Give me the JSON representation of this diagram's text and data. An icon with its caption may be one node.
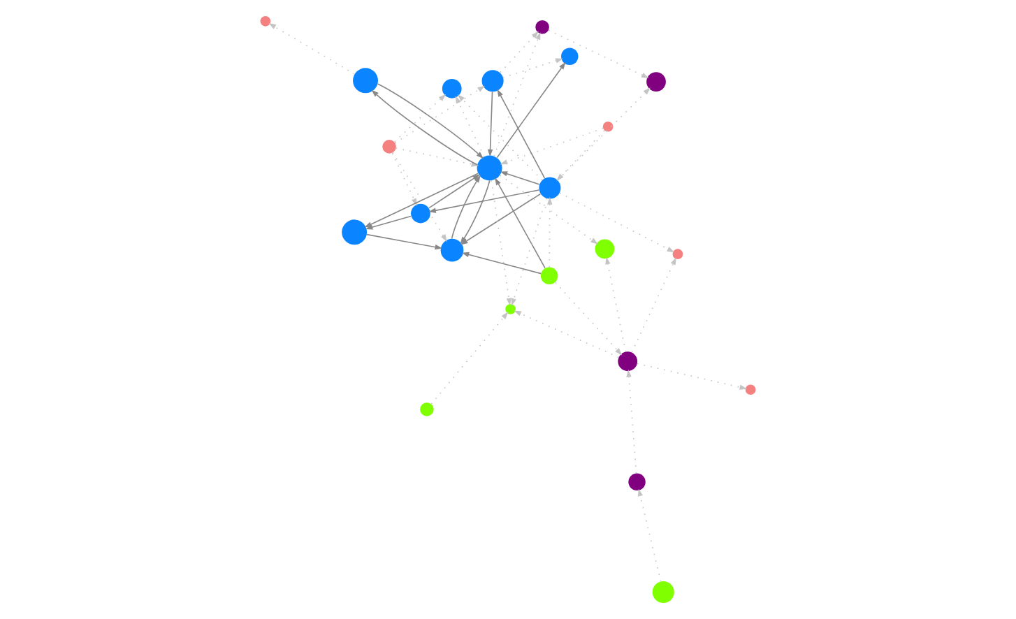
{
  "diagram": {
    "nodes": [
      {
        "text": [],
        "shape": "circle"
      },
      {
        "text": [],
        "shape": "circle"
      },
      {
        "text": [],
        "shape": "circle"
      },
      {
        "text": [],
        "shape": "circle"
      },
      {
        "text": [],
        "shape": "circle"
      },
      {
        "text": [],
        "shape": "circle"
      },
      {
        "text": [],
        "shape": "circle"
      },
      {
        "text": [],
        "shape": "circle"
      },
      {
        "text": [],
        "shape": "circle"
      },
      {
        "text": [],
        "shape": "circle"
      },
      {
        "text": [],
        "shape": "circle"
      },
      {
        "text": [],
        "shape": "circle"
      },
      {
        "text": [],
        "shape": "circle"
      },
      {
        "text": [],
        "shape": "circle"
      },
      {
        "text": [],
        "shape": "circle"
      },
      {
        "text": [],
        "shape": "circle"
      },
      {
        "text": [],
        "shape": "circle"
      },
      {
        "text": [],
        "shape": "circle"
      },
      {
        "text": [],
        "shape": "circle"
      },
      {
        "text": [],
        "shape": "circle"
      },
      {
        "text": [],
        "shape": "circle"
      },
      {
        "text": [],
        "shape": "circle"
      },
      {
        "text": [],
        "shape": "circle"
      }
    ],
    "edges": [
      {
        "from": 5,
        "to": 7,
        "arrow": "to",
        "color": "#888888"
      },
      {
        "from": 5,
        "to": 8,
        "arrow": "to",
        "color": "#888888"
      },
      {
        "from": 6,
        "to": 7,
        "arrow": "to",
        "color": "#888888"
      },
      {
        "from": 6,
        "to": 8,
        "arrow": "to",
        "color": "#888888"
      },
      {
        "from": 7,
        "to": 8,
        "arrow": "to",
        "color": "#888888"
      },
      {
        "from": 8,
        "to": 7,
        "arrow": "to",
        "color": "#888888"
      },
      {
        "from": 6,
        "to": 14,
        "arrow": "to",
        "color": "#888888"
      },
      {
        "from": 14,
        "to": 8,
        "arrow": "to",
        "color": "#888888"
      },
      {
        "from": 14,
        "to": 20,
        "arrow": "to",
        "color": "#888888"
      },
      {
        "from": 20,
        "to": 7,
        "arrow": "to",
        "color": "#888888"
      },
      {
        "from": 8,
        "to": 15,
        "arrow": "to",
        "color": "#888888"
      },
      {
        "from": 15,
        "to": 8,
        "arrow": "to",
        "color": "#888888"
      },
      {
        "from": 6,
        "to": 16,
        "arrow": "to",
        "color": "#888888"
      },
      {
        "from": 8,
        "to": 20,
        "arrow": "to",
        "color": "#888888"
      },
      {
        "from": 16,
        "to": 8,
        "arrow": "to",
        "color": "#888888"
      },
      {
        "from": 8,
        "to": 22,
        "arrow": "to",
        "color": "#888888"
      },
      {
        "from": 0,
        "to": 8,
        "arrow": "to",
        "style": "dashed"
      },
      {
        "from": 0,
        "to": 6,
        "arrow": "to",
        "style": "dashed"
      },
      {
        "from": 1,
        "to": 7,
        "arrow": "to",
        "style": "dashed"
      },
      {
        "from": 1,
        "to": 8,
        "arrow": "to",
        "style": "dashed"
      },
      {
        "from": 1,
        "to": 14,
        "arrow": "to",
        "style": "dashed"
      },
      {
        "from": 1,
        "to": 16,
        "arrow": "to",
        "style": "dashed"
      },
      {
        "from": 1,
        "to": 17,
        "arrow": "to",
        "style": "dashed"
      },
      {
        "from": 5,
        "to": 6,
        "arrow": "to",
        "style": "dashed"
      },
      {
        "from": 5,
        "to": 9,
        "arrow": "to",
        "style": "dashed"
      },
      {
        "from": 6,
        "to": 3,
        "arrow": "to",
        "style": "dashed"
      },
      {
        "from": 6,
        "to": 4,
        "arrow": "to",
        "style": "dashed"
      },
      {
        "from": 9,
        "to": 3,
        "arrow": "to",
        "style": "dashed"
      },
      {
        "from": 8,
        "to": 3,
        "arrow": "to",
        "style": "dashed"
      },
      {
        "from": 9,
        "to": 10,
        "arrow": "to",
        "style": "dashed"
      },
      {
        "from": 6,
        "to": 10,
        "arrow": "to",
        "style": "dashed"
      },
      {
        "from": 9,
        "to": 11,
        "arrow": "to",
        "style": "dashed"
      },
      {
        "from": 8,
        "to": 11,
        "arrow": "to",
        "style": "dashed"
      },
      {
        "from": 9,
        "to": 13,
        "arrow": "to",
        "style": "dashed"
      },
      {
        "from": 8,
        "to": 18,
        "arrow": "to",
        "style": "dashed"
      },
      {
        "from": 12,
        "to": 9,
        "arrow": "to",
        "style": "dashed"
      },
      {
        "from": 2,
        "to": 3,
        "arrow": "to",
        "style": "dashed"
      },
      {
        "from": 18,
        "to": 4,
        "arrow": "to",
        "style": "dashed"
      },
      {
        "from": 21,
        "to": 12,
        "arrow": "to",
        "style": "dashed"
      },
      {
        "from": 16,
        "to": 18,
        "arrow": "to",
        "style": "dashed"
      },
      {
        "from": 8,
        "to": 17,
        "arrow": "to",
        "style": "dashed"
      },
      {
        "from": 6,
        "to": 17,
        "arrow": "to",
        "style": "dashed"
      },
      {
        "from": 15,
        "to": 19,
        "arrow": "to",
        "style": "dashed"
      },
      {
        "from": 16,
        "to": 22,
        "arrow": "to",
        "style": "dashed"
      }
    ]
  }
}
